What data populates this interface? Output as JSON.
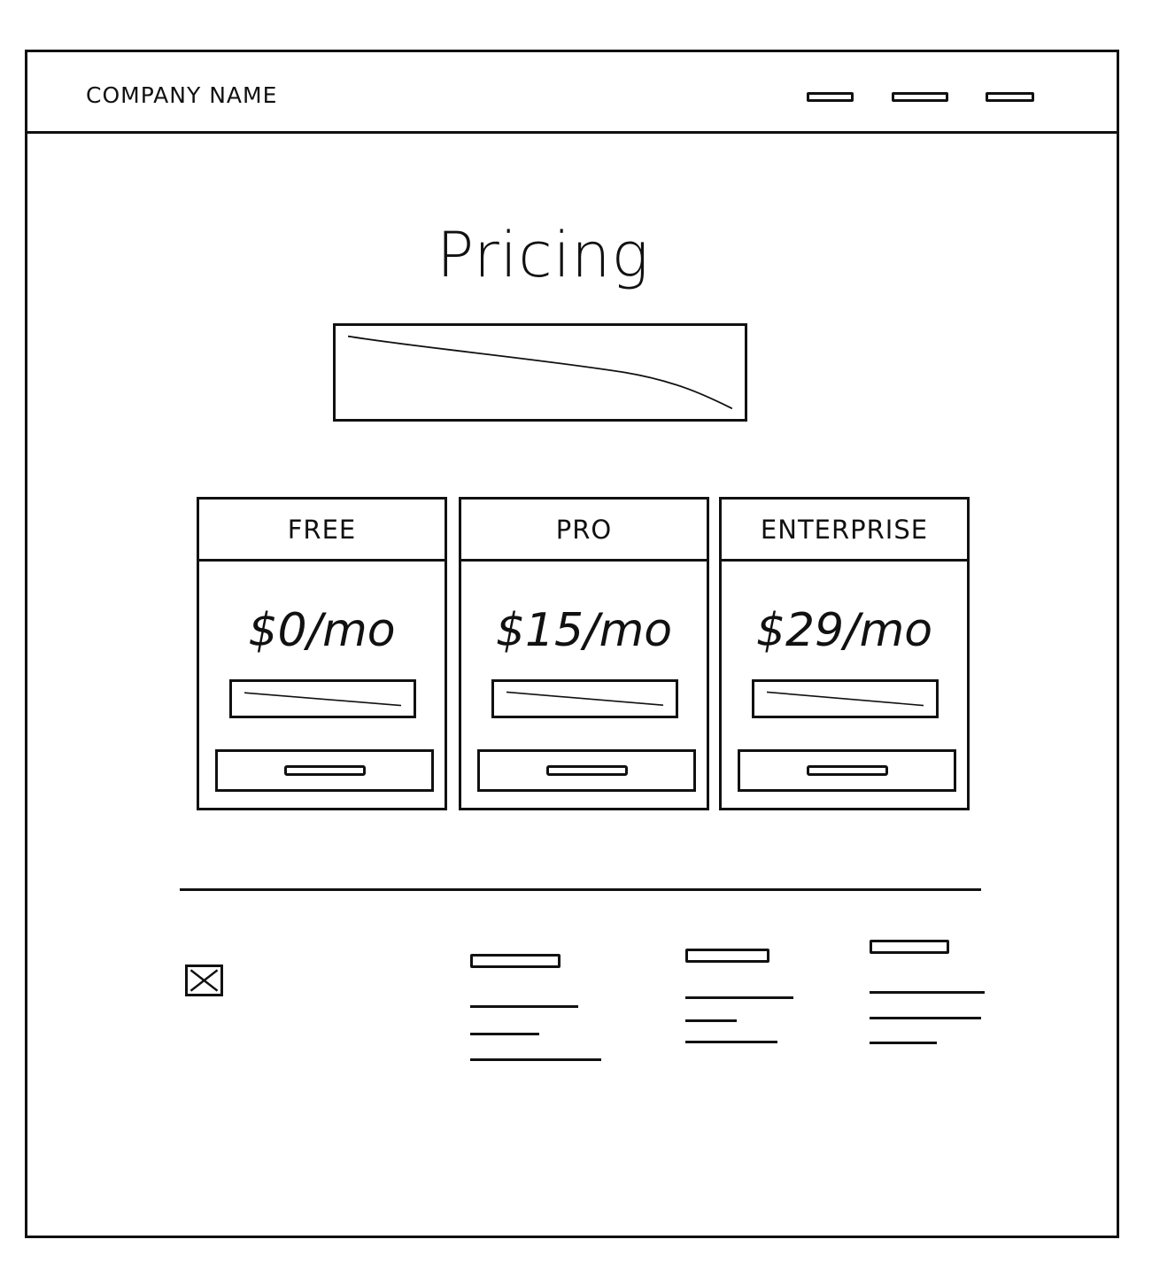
{
  "app": {
    "company_name": "Company Name"
  },
  "header": {
    "nav_items": [
      "",
      "",
      ""
    ]
  },
  "page": {
    "title": "Pricing"
  },
  "pricing": {
    "plans": [
      {
        "name": "Free",
        "price": "$0/mo",
        "button_label": ""
      },
      {
        "name": "Pro",
        "price": "$15/mo",
        "button_label": ""
      },
      {
        "name": "Enterprise",
        "price": "$29/mo",
        "button_label": ""
      }
    ]
  },
  "footer": {
    "columns": [
      {
        "heading": "",
        "links": [
          "",
          "",
          ""
        ]
      },
      {
        "heading": "",
        "links": [
          "",
          "",
          ""
        ]
      },
      {
        "heading": "",
        "links": [
          "",
          "",
          ""
        ]
      }
    ]
  },
  "icons": {
    "footer_logo": "close-icon"
  }
}
